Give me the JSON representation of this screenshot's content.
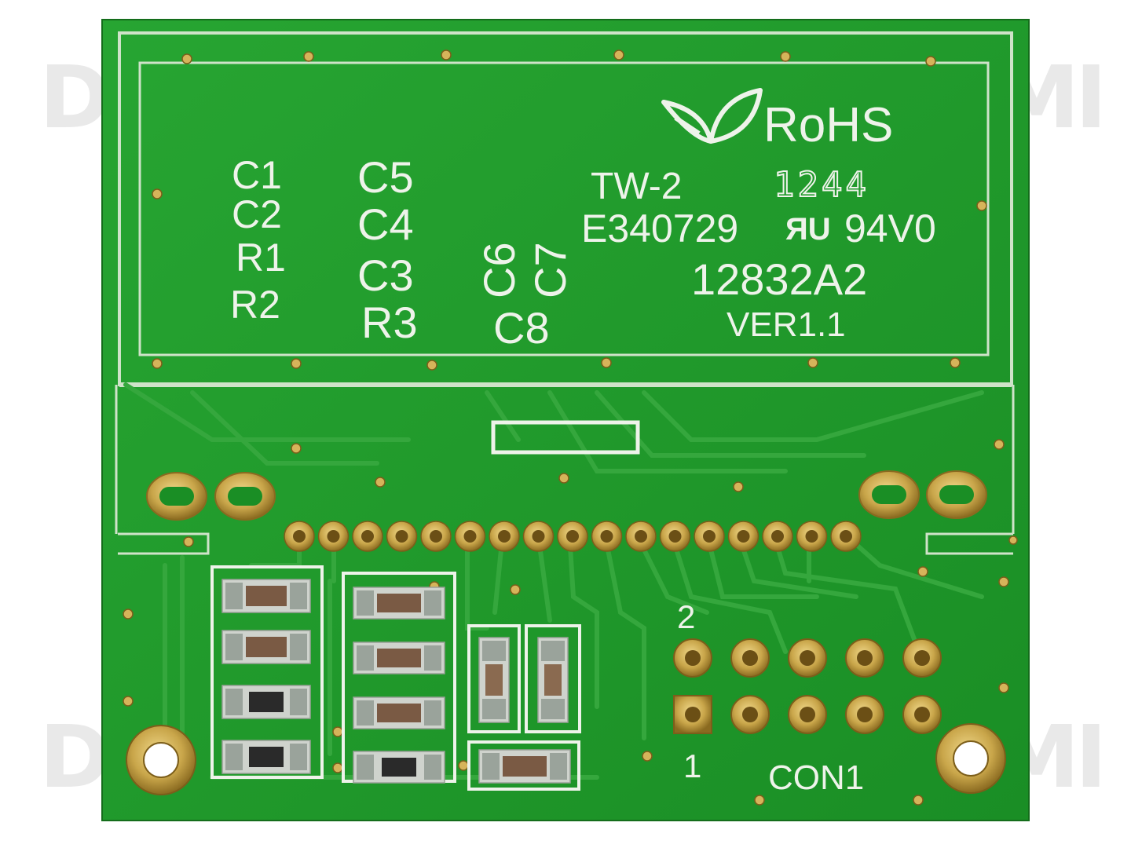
{
  "image": {
    "subject": "pcb-board-top-view",
    "colors": {
      "board": "#1f9a2c",
      "board_dark": "#17801f",
      "trace": "#3aaa42",
      "silk": "#eef3ea",
      "gold": "#c9a64a",
      "gold_dark": "#8a6a20",
      "smd_body": "#6a5040"
    }
  },
  "silk": {
    "c1": "C1",
    "c2": "C2",
    "r1": "R1",
    "r2": "R2",
    "c5": "C5",
    "c4": "C4",
    "c3": "C3",
    "r3": "R3",
    "c6": "C6",
    "c7": "C7",
    "c8": "C8",
    "rohs": "RoHS",
    "tw": "TW-2",
    "date": "1244",
    "ul_number": "E340729",
    "ul_mark": "ЯU",
    "flammability": "94V0",
    "part_number": "12832A2",
    "version": "VER1.1",
    "pin2": "2",
    "pin1": "1",
    "connector": "CON1"
  },
  "watermark": {
    "text": "DMI"
  }
}
